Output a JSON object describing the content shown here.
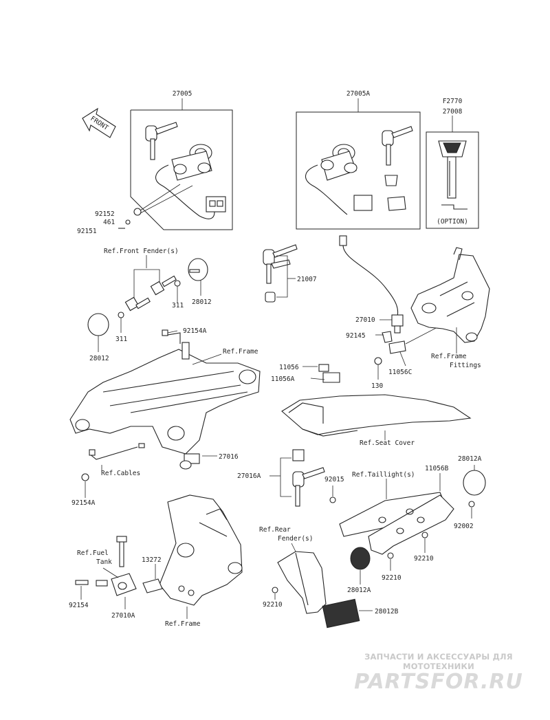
{
  "labels": {
    "p27005": "27005",
    "p27005A": "27005A",
    "pF2770": "F2770",
    "p27008": "27008",
    "option": "(OPTION)",
    "front": "FRONT",
    "p92152": "92152",
    "p461": "461",
    "p92151": "92151",
    "refFrontFender": "Ref.Front Fender(s)",
    "p311a": "311",
    "p28012a": "28012",
    "p311b": "311",
    "p28012b": "28012",
    "p21007": "21007",
    "p27010": "27010",
    "p92145": "92145",
    "p130": "130",
    "p11056C": "11056C",
    "refFrameFittings1": "Ref.Frame",
    "refFrameFittings2": "Fittings",
    "p92154A_top": "92154A",
    "refFrame1": "Ref.Frame",
    "p11056": "11056",
    "p11056A": "11056A",
    "refSeatCover": "Ref.Seat Cover",
    "p27016": "27016",
    "refCables": "Ref.Cables",
    "p92154A_bot": "92154A",
    "p27016A": "27016A",
    "p92015": "92015",
    "refTaillights": "Ref.Taillight(s)",
    "p11056B": "11056B",
    "p28012A_top": "28012A",
    "p92002": "92002",
    "p92210a": "92210",
    "p92210b": "92210",
    "p28012A_bot": "28012A",
    "refRearFender1": "Ref.Rear",
    "refRearFender2": "Fender(s)",
    "p92210c": "92210",
    "p28012B": "28012B",
    "refFuelTank1": "Ref.Fuel",
    "refFuelTank2": "Tank",
    "p13272": "13272",
    "p92154": "92154",
    "p27010A": "27010A",
    "refFrame2": "Ref.Frame"
  },
  "watermark": {
    "subtitle": "ЗАПЧАСТИ И АКСЕССУАРЫ ДЛЯ МОТОТЕХНИКИ",
    "brand": "PARTSFOR.RU"
  }
}
